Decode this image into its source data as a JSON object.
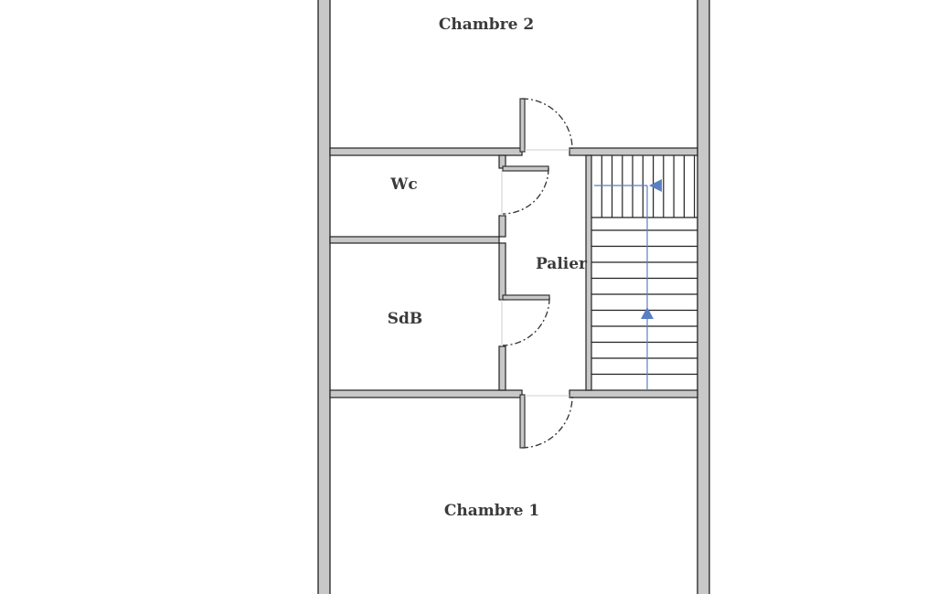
{
  "rooms": {
    "chambre2": "Chambre 2",
    "wc": "Wc",
    "palier": "Palier",
    "sdb": "SdB",
    "chambre1": "Chambre 1"
  },
  "colors": {
    "wall_fill": "#c8c8c8",
    "wall_stroke": "#222222",
    "door_arc": "#333333",
    "stair_line": "#222222",
    "stair_arrow": "#5b7fc4"
  },
  "stairs": {
    "upper_flight_steps": 10,
    "lower_flight_steps": 10,
    "direction": "up"
  }
}
